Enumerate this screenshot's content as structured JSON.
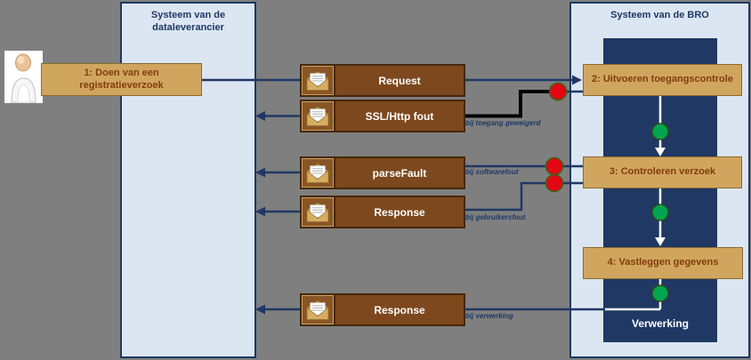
{
  "panels": {
    "dataleverancier": {
      "title": "Systeem van de dataleverancier"
    },
    "bro": {
      "title": "Systeem van de BRO",
      "lane_label": "Verwerking"
    }
  },
  "steps": [
    {
      "label": "1: Doen van een registratieverzoek"
    },
    {
      "label": "2: Uitvoeren toegangscontrole"
    },
    {
      "label": "3: Controleren verzoek"
    },
    {
      "label": "4: Vastleggen gegevens"
    }
  ],
  "messages": [
    {
      "label": "Request",
      "direction": "right",
      "condition": ""
    },
    {
      "label": "SSL/Http fout",
      "direction": "left",
      "condition": "bij toegang geweigerd"
    },
    {
      "label": "parseFault",
      "direction": "left",
      "condition": "bij softwarefout"
    },
    {
      "label": "Response",
      "direction": "left",
      "condition": "bij gebruikersfout"
    },
    {
      "label": "Response",
      "direction": "left",
      "condition": "bij verwerking"
    }
  ],
  "icons": {
    "actor": "person-icon",
    "message": "envelope-icon",
    "reject_marker": "red-dot",
    "ok_marker": "green-dot"
  },
  "colors": {
    "bg": "#7f7f7f",
    "navy": "#1f3864",
    "panel": "#dce6f2",
    "brown": "#7d481d",
    "brown-dark": "#45280c",
    "brown-icon": "#8a5526",
    "tan": "#d0a65f",
    "tan-border": "#8a6b2f",
    "step-text": "#843c0c",
    "red": "#e30613",
    "green": "#00a64f",
    "white": "#ffffff"
  }
}
